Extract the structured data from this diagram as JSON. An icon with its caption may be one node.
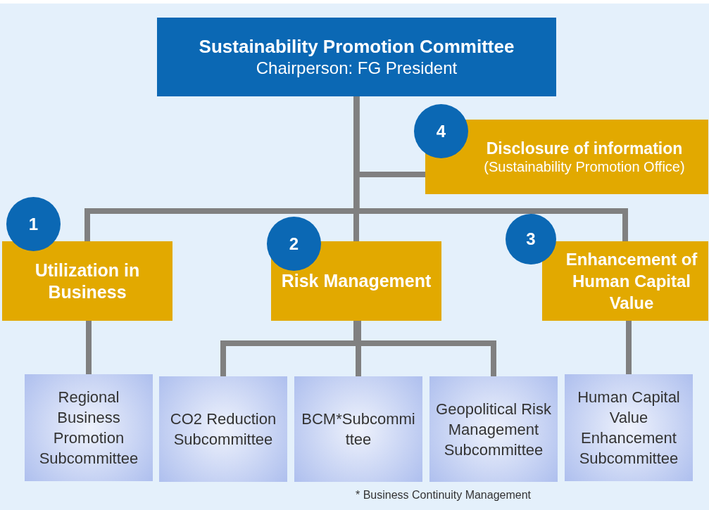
{
  "diagram": {
    "nodes": [
      {
        "text": [
          "Sustainability Promotion Committee",
          "Chairperson: FG President"
        ]
      },
      {
        "text": [
          "4"
        ]
      },
      {
        "text": [
          "Disclosure of information",
          "(Sustainability Promotion Office)"
        ]
      },
      {
        "text": [
          "1"
        ]
      },
      {
        "text": [
          "2"
        ]
      },
      {
        "text": [
          "3"
        ]
      },
      {
        "text": [
          "Utilization in Business"
        ]
      },
      {
        "text": [
          "Risk Management"
        ]
      },
      {
        "text": [
          "Enhancement of Human Capital Value"
        ]
      },
      {
        "text": [
          "Regional Business Promotion Subcommittee"
        ]
      },
      {
        "text": [
          "CO2 Reduction Subcommittee"
        ]
      },
      {
        "text": [
          "BCM*Subcommittee"
        ]
      },
      {
        "text": [
          "Geopolitical Risk Management Subcommittee"
        ]
      },
      {
        "text": [
          "Human Capital Value Enhancement Subcommittee"
        ]
      }
    ],
    "edges": [
      {
        "from": 0,
        "to": 2,
        "arrow": "none"
      },
      {
        "from": 0,
        "to": 6,
        "arrow": "none"
      },
      {
        "from": 0,
        "to": 7,
        "arrow": "none"
      },
      {
        "from": 0,
        "to": 8,
        "arrow": "none"
      },
      {
        "from": 6,
        "to": 9,
        "arrow": "none"
      },
      {
        "from": 7,
        "to": 10,
        "arrow": "none"
      },
      {
        "from": 7,
        "to": 11,
        "arrow": "none"
      },
      {
        "from": 7,
        "to": 12,
        "arrow": "none"
      },
      {
        "from": 8,
        "to": 13,
        "arrow": "none"
      }
    ],
    "labels": [
      "* Business Continuity Management"
    ]
  }
}
